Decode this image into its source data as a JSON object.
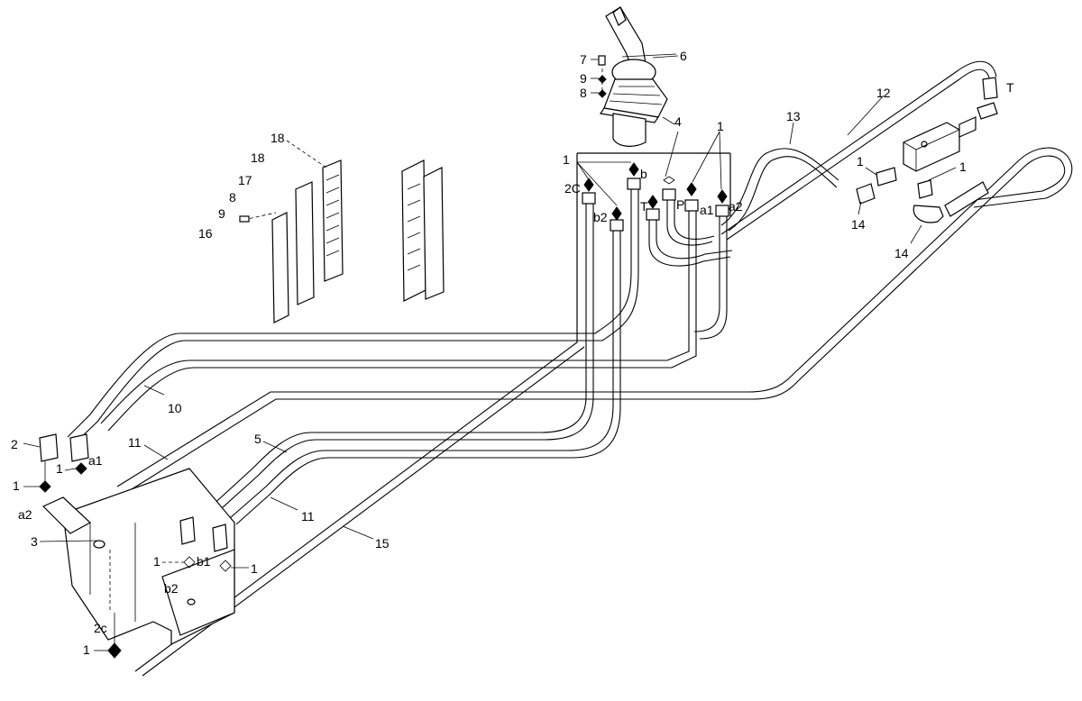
{
  "callouts": [
    {
      "id": "c-6",
      "text": "6"
    },
    {
      "id": "c-7",
      "text": "7"
    },
    {
      "id": "c-9a",
      "text": "9"
    },
    {
      "id": "c-8a",
      "text": "8"
    },
    {
      "id": "c-4",
      "text": "4"
    },
    {
      "id": "c-1a",
      "text": "1"
    },
    {
      "id": "c-1b",
      "text": "1"
    },
    {
      "id": "c-2C",
      "text": "2C"
    },
    {
      "id": "c-b",
      "text": "b"
    },
    {
      "id": "c-b2a",
      "text": "b2"
    },
    {
      "id": "c-T1",
      "text": "T"
    },
    {
      "id": "c-P",
      "text": "P"
    },
    {
      "id": "c-a1a",
      "text": "a1"
    },
    {
      "id": "c-a2a",
      "text": "a2"
    },
    {
      "id": "c-13",
      "text": "13"
    },
    {
      "id": "c-12",
      "text": "12"
    },
    {
      "id": "c-T2",
      "text": "T"
    },
    {
      "id": "c-1c",
      "text": "1"
    },
    {
      "id": "c-1d",
      "text": "1"
    },
    {
      "id": "c-14a",
      "text": "14"
    },
    {
      "id": "c-14b",
      "text": "14"
    },
    {
      "id": "c-18a",
      "text": "18"
    },
    {
      "id": "c-18b",
      "text": "18"
    },
    {
      "id": "c-17",
      "text": "17"
    },
    {
      "id": "c-8b",
      "text": "8"
    },
    {
      "id": "c-9b",
      "text": "9"
    },
    {
      "id": "c-16",
      "text": "16"
    },
    {
      "id": "c-10",
      "text": "10"
    },
    {
      "id": "c-11a",
      "text": "11"
    },
    {
      "id": "c-5",
      "text": "5"
    },
    {
      "id": "c-11b",
      "text": "11"
    },
    {
      "id": "c-15",
      "text": "15"
    },
    {
      "id": "c-2",
      "text": "2"
    },
    {
      "id": "c-1e",
      "text": "1"
    },
    {
      "id": "c-a1b",
      "text": "a1"
    },
    {
      "id": "c-1f",
      "text": "1"
    },
    {
      "id": "c-a2b",
      "text": "a2"
    },
    {
      "id": "c-3",
      "text": "3"
    },
    {
      "id": "c-1g",
      "text": "1"
    },
    {
      "id": "c-b1",
      "text": "b1"
    },
    {
      "id": "c-1h",
      "text": "1"
    },
    {
      "id": "c-b2b",
      "text": "b2"
    },
    {
      "id": "c-2c",
      "text": "2c"
    },
    {
      "id": "c-1i",
      "text": "1"
    }
  ]
}
